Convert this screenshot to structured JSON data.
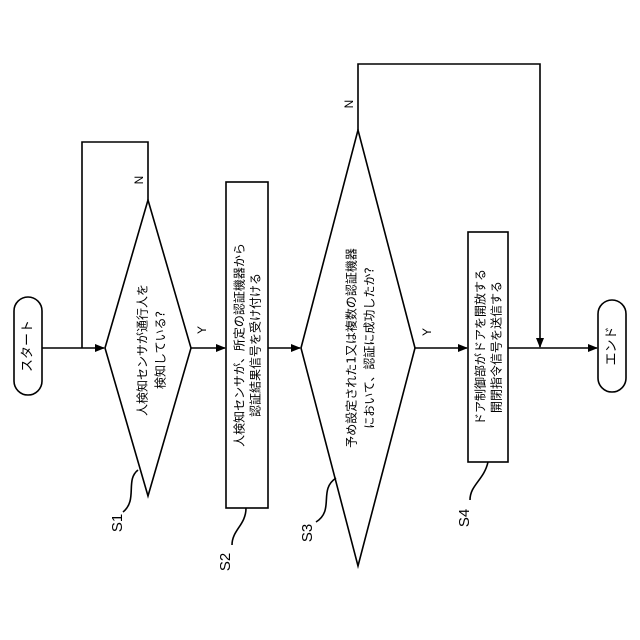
{
  "nodes": {
    "start": {
      "text": "スタート"
    },
    "s1": {
      "line1": "人検知センサが通行人を",
      "line2": "検知している?",
      "step": "S1"
    },
    "s2": {
      "line1": "人検知センサが、所定の認証機器から",
      "line2": "認証結果信号を受け付ける",
      "step": "S2"
    },
    "s3": {
      "line1": "予め設定された1又は複数の認証機器",
      "line2": "において、認証に成功したか?",
      "step": "S3"
    },
    "s4": {
      "line1": "ドア制御部がドアを開放する",
      "line2": "開閉指令信号を送信する",
      "step": "S4"
    },
    "end": {
      "text": "エンド"
    }
  },
  "branches": {
    "s1_yes": "Y",
    "s1_no": "N",
    "s3_yes": "Y",
    "s3_no": "N"
  }
}
